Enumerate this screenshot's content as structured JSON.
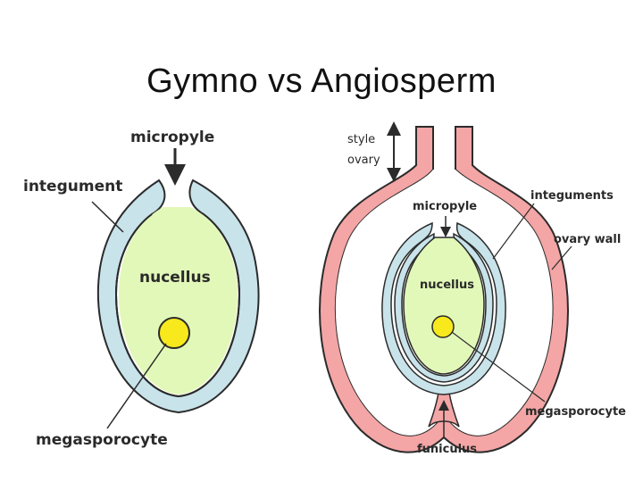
{
  "title": "Gymno vs Angiosperm",
  "gymnosperm": {
    "labels": {
      "micropyle": "micropyle",
      "integument": "integument",
      "nucellus": "nucellus",
      "megasporocyte": "megasporocyte"
    }
  },
  "angiosperm": {
    "labels": {
      "style": "style",
      "ovary": "ovary",
      "micropyle": "micropyle",
      "integuments": "integuments",
      "ovary_wall": "ovary wall",
      "nucellus": "nucellus",
      "megasporocyte": "megasporocyte",
      "funiculus": "funiculus"
    }
  },
  "colors": {
    "integument": "#c8e3ea",
    "nucellus": "#e2f8b8",
    "megasporocyte": "#f7e91c",
    "ovary_wall": "#f4a5a5",
    "outline": "#2b2b2b"
  }
}
